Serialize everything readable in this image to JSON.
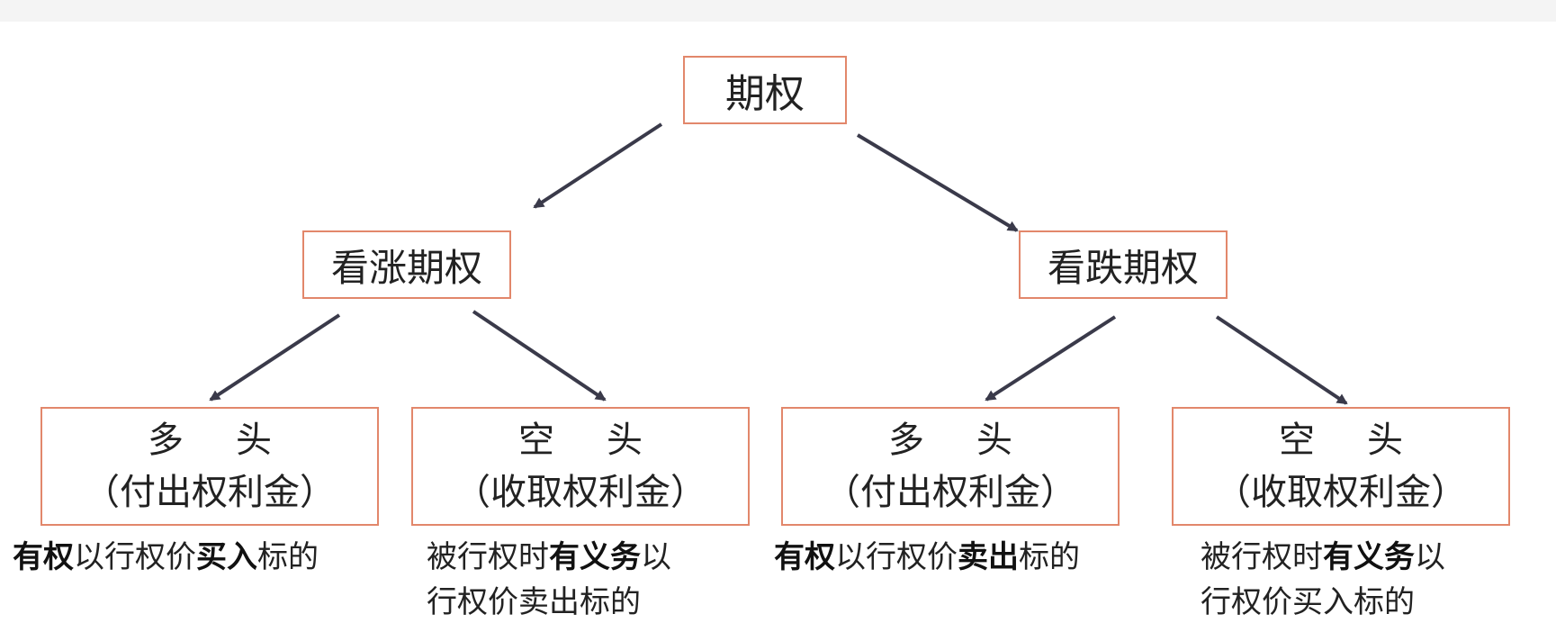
{
  "diagram": {
    "root": {
      "label": "期权"
    },
    "branches": [
      {
        "label": "看涨期权",
        "leaves": [
          {
            "title": "多头",
            "subtitle": "（付出权利金）",
            "description": [
              {
                "text": "有权",
                "bold": true
              },
              {
                "text": "以行权价",
                "bold": false
              },
              {
                "text": "买入",
                "bold": true
              },
              {
                "text": "标的",
                "bold": false
              }
            ]
          },
          {
            "title": "空头",
            "subtitle": "（收取权利金）",
            "description_line1": [
              {
                "text": "被行权时",
                "bold": false
              },
              {
                "text": "有义务",
                "bold": true
              },
              {
                "text": "以",
                "bold": false
              }
            ],
            "description_line2": [
              {
                "text": "行权价卖出标的",
                "bold": false
              }
            ]
          }
        ]
      },
      {
        "label": "看跌期权",
        "leaves": [
          {
            "title": "多头",
            "subtitle": "（付出权利金）",
            "description": [
              {
                "text": "有权",
                "bold": true
              },
              {
                "text": "以行权价",
                "bold": false
              },
              {
                "text": "卖出",
                "bold": true
              },
              {
                "text": "标的",
                "bold": false
              }
            ]
          },
          {
            "title": "空头",
            "subtitle": "（收取权利金）",
            "description_line1": [
              {
                "text": "被行权时",
                "bold": false
              },
              {
                "text": "有义务",
                "bold": true
              },
              {
                "text": "以",
                "bold": false
              }
            ],
            "description_line2": [
              {
                "text": "行权价买入标的",
                "bold": false
              }
            ]
          }
        ]
      }
    ]
  },
  "colors": {
    "box_border": "#e2876b",
    "arrow": "#3a3a4a",
    "text": "#222222",
    "background": "#ffffff"
  }
}
